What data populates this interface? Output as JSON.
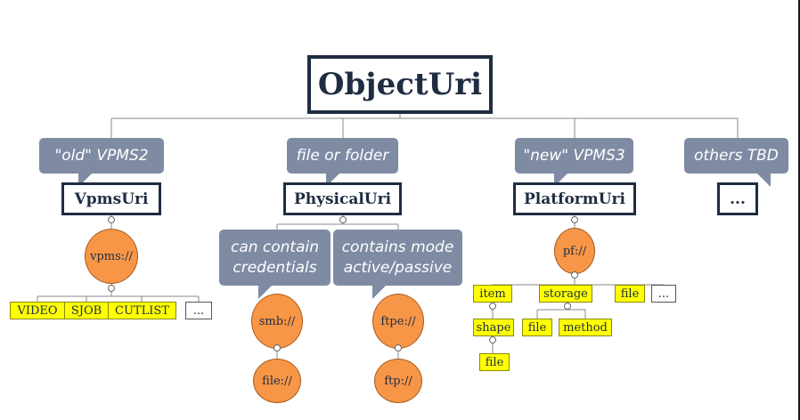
{
  "root": {
    "label": "ObjectUri"
  },
  "branches": [
    {
      "callout": "\"old\" VPMS2",
      "node": "VpmsUri",
      "scheme": "vpms://",
      "children": [
        "VIDEO",
        "SJOB",
        "CUTLIST",
        "..."
      ]
    },
    {
      "callout": "file or folder",
      "node": "PhysicalUri",
      "subnotes": [
        "can contain credentials",
        "contains mode active/passive"
      ],
      "smb": {
        "scheme": "smb://",
        "child": "file://"
      },
      "ftpe": {
        "scheme": "ftpe://",
        "child": "ftp://"
      }
    },
    {
      "callout": "\"new\" VPMS3",
      "node": "PlatformUri",
      "scheme": "pf://",
      "children": [
        "item",
        "storage",
        "file",
        "..."
      ],
      "item_children": [
        "shape"
      ],
      "shape_children": [
        "file"
      ],
      "storage_children": [
        "file",
        "method"
      ]
    },
    {
      "callout": "others TBD",
      "node": "..."
    }
  ],
  "colors": {
    "node_border": "#1f2d42",
    "callout_fill": "#7f8ba3",
    "scheme_fill": "#f79646",
    "tag_fill": "#ffff00",
    "connector": "#8a8a8a"
  }
}
